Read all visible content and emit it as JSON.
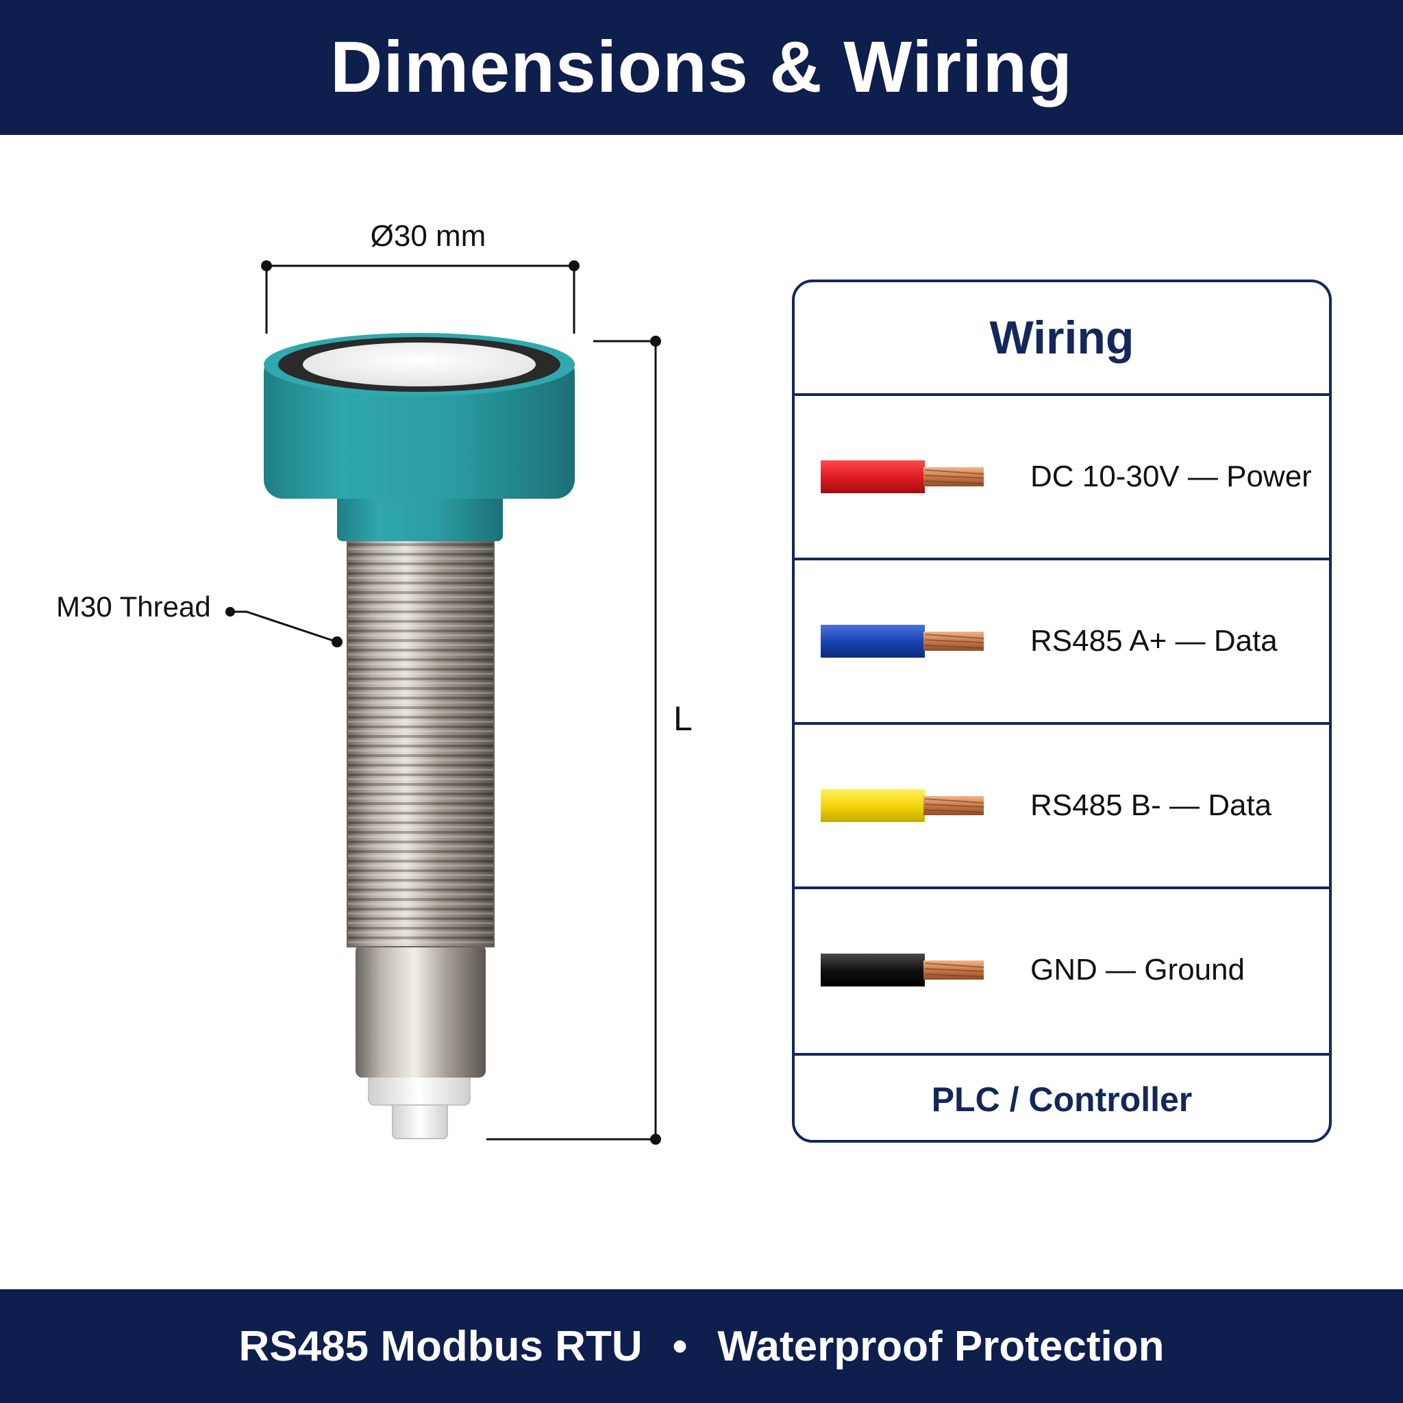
{
  "header": {
    "title": "Dimensions & Wiring"
  },
  "dimensions": {
    "diameter_label": "Ø30 mm",
    "thread_label": "M30 Thread",
    "length_label": "L"
  },
  "wiring": {
    "title": "Wiring",
    "rows": [
      {
        "label": "DC 10-30V — Power",
        "wire_color": "#e01b22",
        "wire_name": "red-wire-icon"
      },
      {
        "label": "RS485 A+ — Data",
        "wire_color": "#1744b3",
        "wire_name": "blue-wire-icon"
      },
      {
        "label": "RS485 B- — Data",
        "wire_color": "#f5d70c",
        "wire_name": "yellow-wire-icon"
      },
      {
        "label": "GND — Ground",
        "wire_color": "#111111",
        "wire_name": "black-wire-icon"
      }
    ],
    "footer": "PLC / Controller"
  },
  "footer": {
    "left": "RS485 Modbus RTU",
    "separator": "•",
    "right": "Waterproof Protection"
  },
  "colors": {
    "banner": "#0e1e4d",
    "card_border": "#14275a",
    "sensor_teal": "#2a9ea6",
    "copper": "#c87a48"
  }
}
